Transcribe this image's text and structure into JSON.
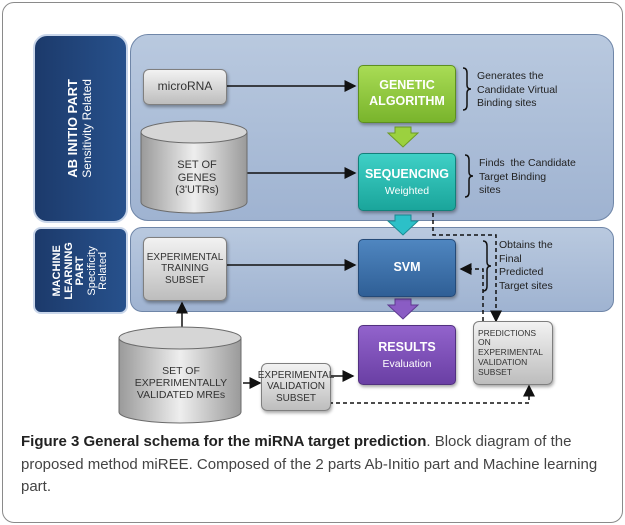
{
  "sections": {
    "ab_initio": {
      "title": "AB INITIO PART",
      "subtitle": "Sensitivity Related"
    },
    "machine_learning": {
      "title_line1": "MACHINE",
      "title_line2": "LEARNING",
      "title_line3": "PART",
      "subtitle_line1": "Specificity",
      "subtitle_line2": "Related"
    }
  },
  "nodes": {
    "microrna": "microRNA",
    "genes": {
      "line1": "SET OF",
      "line2": "GENES",
      "line3": "(3'UTRs)"
    },
    "genetic_algorithm": {
      "line1": "GENETIC",
      "line2": "ALGORITHM"
    },
    "sequencing": {
      "main": "SEQUENCING",
      "sub": "Weighted"
    },
    "svm": "SVM",
    "results": {
      "main": "RESULTS",
      "sub": "Evaluation"
    },
    "training_subset": {
      "line1": "EXPERIMENTAL",
      "line2": "TRAINING",
      "line3": "SUBSET"
    },
    "validated_mres": {
      "line1": "SET OF",
      "line2": "EXPERIMENTALLY",
      "line3": "VALIDATED MREs"
    },
    "validation_subset": {
      "line1": "EXPERIMENTAL",
      "line2": "VALIDATION",
      "line3": "SUBSET"
    },
    "predictions": {
      "line1": "PREDICTIONS",
      "line2": "ON EXPERIMENTAL",
      "line3": "VALIDATION",
      "line4": "SUBSET"
    }
  },
  "annotations": {
    "genetic": {
      "line1": "Generates the",
      "line2": "Candidate Virtual",
      "line3": "Binding sites"
    },
    "sequencing": {
      "line1": "Finds  the Candidate",
      "line2": "Target Binding",
      "line3": "sites"
    },
    "svm": {
      "line1": "Obtains the",
      "line2": "Final",
      "line3": "Predicted",
      "line4": "Target sites"
    }
  },
  "caption": {
    "figure_label": "Figure 3 General schema for the miRNA target prediction",
    "text": ". Block diagram of the proposed method miREE. Composed of the 2 parts Ab-Initio part and Machine learning part."
  },
  "colors": {
    "panel": "#a9bcd8",
    "side_panel": "#1f4378",
    "genetic": "#8cc63f",
    "sequencing": "#26b8b0",
    "svm": "#3c6fa8",
    "results": "#7a4bb0"
  }
}
